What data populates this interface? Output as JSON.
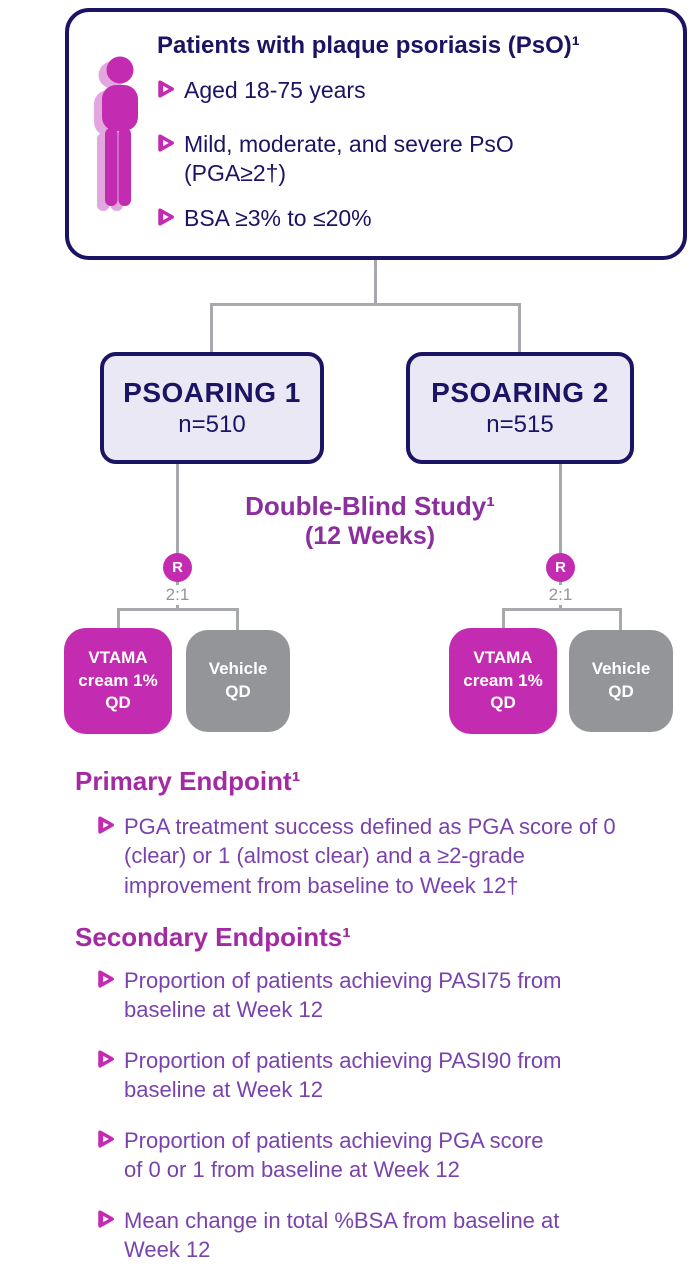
{
  "colors": {
    "navy": "#1B1464",
    "magenta": "#C32BB0",
    "vehicle_gray": "#939598",
    "line_gray": "#A7A9AC",
    "study_box_fill": "#E9E8F4",
    "heading_purple": "#A42AA4",
    "body_purple": "#7A43AC",
    "double_blind_purple": "#8C2F9E",
    "ratio_gray": "#949699"
  },
  "top_box": {
    "title": "Patients with plaque psoriasis (PsO)¹",
    "bullets": [
      "Aged 18-75 years",
      "Mild, moderate, and severe PsO\n(PGA≥2†)",
      "BSA ≥3% to ≤20%"
    ]
  },
  "studies": [
    {
      "name": "PSOARING 1",
      "n": "n=510"
    },
    {
      "name": "PSOARING 2",
      "n": "n=515"
    }
  ],
  "double_blind": {
    "line1": "Double-Blind Study¹",
    "line2": "(12 Weeks)"
  },
  "randomization": {
    "label": "R",
    "ratio": "2:1"
  },
  "arms": {
    "vtama": "VTAMA\ncream 1%\nQD",
    "vehicle": "Vehicle\nQD"
  },
  "primary": {
    "heading": "Primary Endpoint¹",
    "bullet": "PGA treatment success defined as PGA score of 0\n(clear) or 1 (almost clear) and a ≥2-grade\nimprovement from baseline to Week 12†"
  },
  "secondary": {
    "heading": "Secondary Endpoints¹",
    "bullets": [
      "Proportion of patients achieving PASI75 from\nbaseline at Week 12",
      "Proportion of patients achieving PASI90 from\nbaseline at Week 12",
      "Proportion of patients achieving PGA score\nof 0 or 1 from baseline at Week 12",
      "Mean change in total %BSA from baseline at\nWeek 12"
    ]
  }
}
